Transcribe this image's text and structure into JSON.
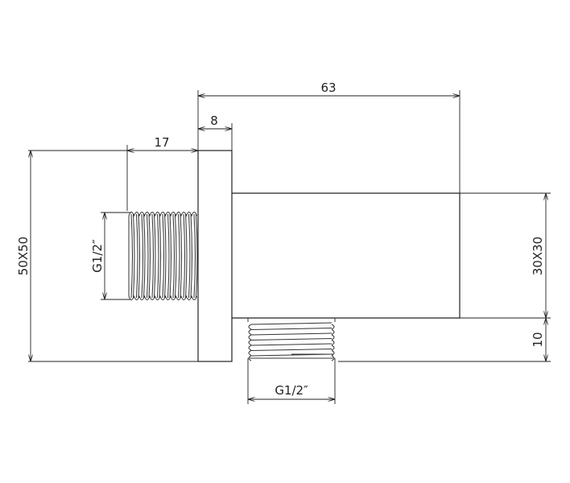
{
  "dimensions": {
    "overall_length": "63",
    "plate_thickness": "8",
    "thread_length_left": "17",
    "plate_size": "50X50",
    "thread_left": "G1/2″",
    "tube_section": "30X30",
    "offset_bottom": "10",
    "thread_bottom": "G1/2″"
  },
  "colors": {
    "line": "#222222",
    "background": "#ffffff"
  }
}
